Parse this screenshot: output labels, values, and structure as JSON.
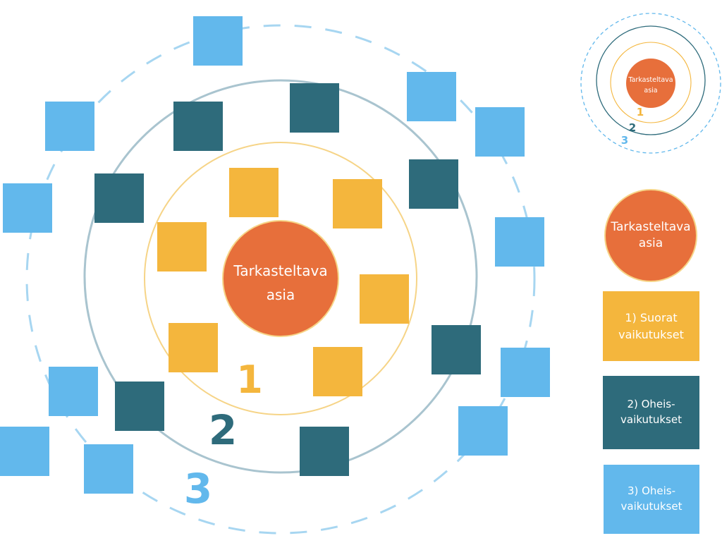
{
  "colors": {
    "center": "#E76F3B",
    "ring1": "#F4B63D",
    "ring2": "#2E6B7B",
    "ring3": "#62B8EC",
    "ring1_line": "#F6D487",
    "ring2_line": "#A9C4CF",
    "ring3_line": "#A7D6F1",
    "white": "#FFFFFF"
  },
  "diagram": {
    "center_label_line1": "Tarkasteltava",
    "center_label_line2": "asia",
    "ring_numbers": [
      "1",
      "2",
      "3"
    ]
  },
  "mini_diagram": {
    "center_label_line1": "Tarkasteltava",
    "center_label_line2": "asia",
    "ring_numbers": [
      "1",
      "2",
      "3"
    ]
  },
  "legend": {
    "center_label": "Tarkasteltava\nasia",
    "items": [
      {
        "label": "1) Suorat\nvaikutukset"
      },
      {
        "label": "2) Oheis-\nvaikutukset"
      },
      {
        "label": "3) Oheis-\nvaikutukset"
      }
    ]
  }
}
